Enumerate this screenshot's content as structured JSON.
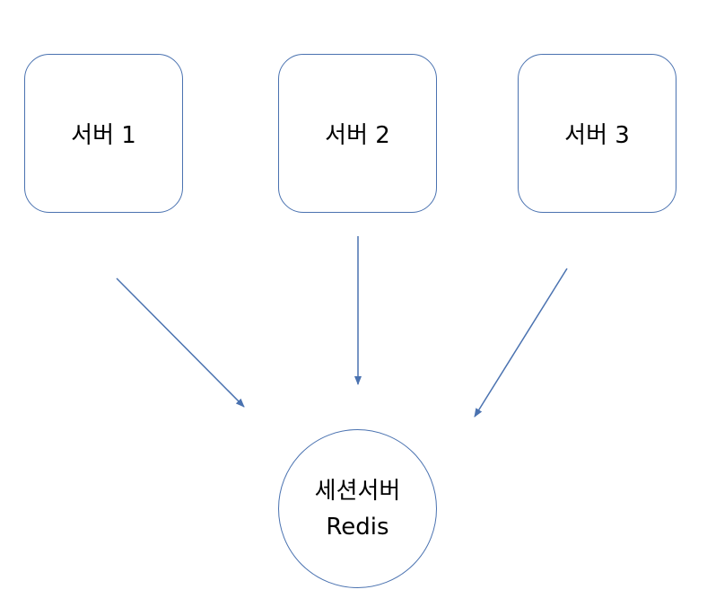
{
  "diagram": {
    "servers": [
      {
        "label": "서버 1"
      },
      {
        "label": "서버 2"
      },
      {
        "label": "서버 3"
      }
    ],
    "session_server": {
      "title": "세션서버",
      "subtitle": "Redis"
    },
    "colors": {
      "node_border": "#4a72b0",
      "edge": "#4a72b0",
      "text": "#000000",
      "background": "#ffffff"
    }
  }
}
